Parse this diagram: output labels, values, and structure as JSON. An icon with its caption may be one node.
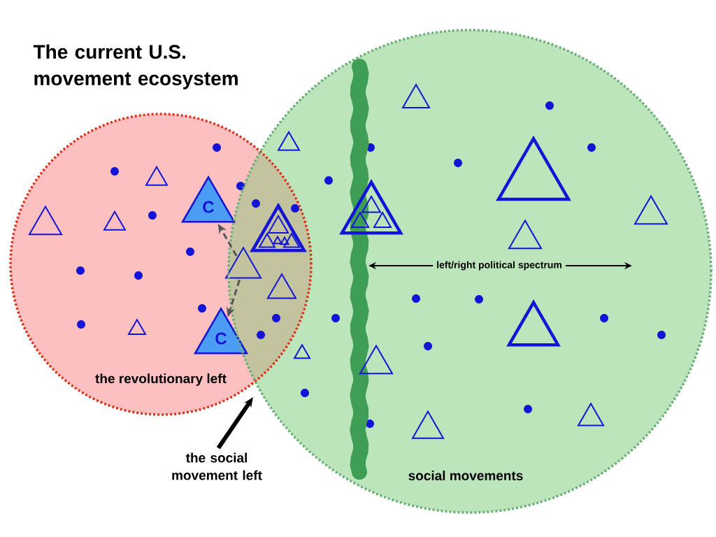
{
  "diagram": {
    "title": "The current U.S. movement ecosystem",
    "nodes": [
      {
        "text": [
          "the revolutionary left"
        ]
      },
      {
        "text": [],
        "shape": "triangle",
        "in": 0
      },
      {
        "text": [],
        "shape": "triangle",
        "in": 0
      },
      {
        "text": [],
        "shape": "triangle",
        "in": 0
      },
      {
        "text": [
          "C"
        ],
        "in": 0
      },
      {
        "text": [],
        "shape": "triangle",
        "in": 0
      },
      {
        "text": [
          "C"
        ],
        "in": 0
      },
      {
        "text": [],
        "shape": "triangle"
      },
      {
        "text": [],
        "shape": "triangle"
      },
      {
        "text": [],
        "shape": "triangle"
      },
      {
        "text": [
          "social movements"
        ]
      },
      {
        "text": [],
        "shape": "triangle",
        "in": 10
      },
      {
        "text": [],
        "shape": "triangle",
        "in": 10
      },
      {
        "text": [],
        "shape": "triangle",
        "in": 10
      },
      {
        "text": [],
        "shape": "triangle",
        "in": 10
      },
      {
        "text": [],
        "shape": "triangle",
        "in": 10
      },
      {
        "text": [],
        "shape": "triangle",
        "in": 10
      },
      {
        "text": [],
        "shape": "triangle",
        "in": 10
      },
      {
        "text": [],
        "shape": "triangle",
        "in": 10
      },
      {
        "text": [],
        "shape": "triangle",
        "in": 10
      },
      {
        "text": [],
        "shape": "triangle",
        "in": 10
      },
      {
        "text": [],
        "shape": "triangle",
        "in": 10
      },
      {
        "text": [
          "the social movement left"
        ]
      }
    ],
    "edges": [
      {
        "from": 7,
        "to": 4,
        "arrow": "to",
        "style": "dashed",
        "color": "#555555"
      },
      {
        "from": 7,
        "to": 6,
        "arrow": "to",
        "style": "dashed",
        "color": "#555555"
      },
      {
        "from": 22,
        "to": null,
        "arrow": "to",
        "style": "thick"
      }
    ],
    "labels": [
      "left/right political spectrum"
    ]
  }
}
